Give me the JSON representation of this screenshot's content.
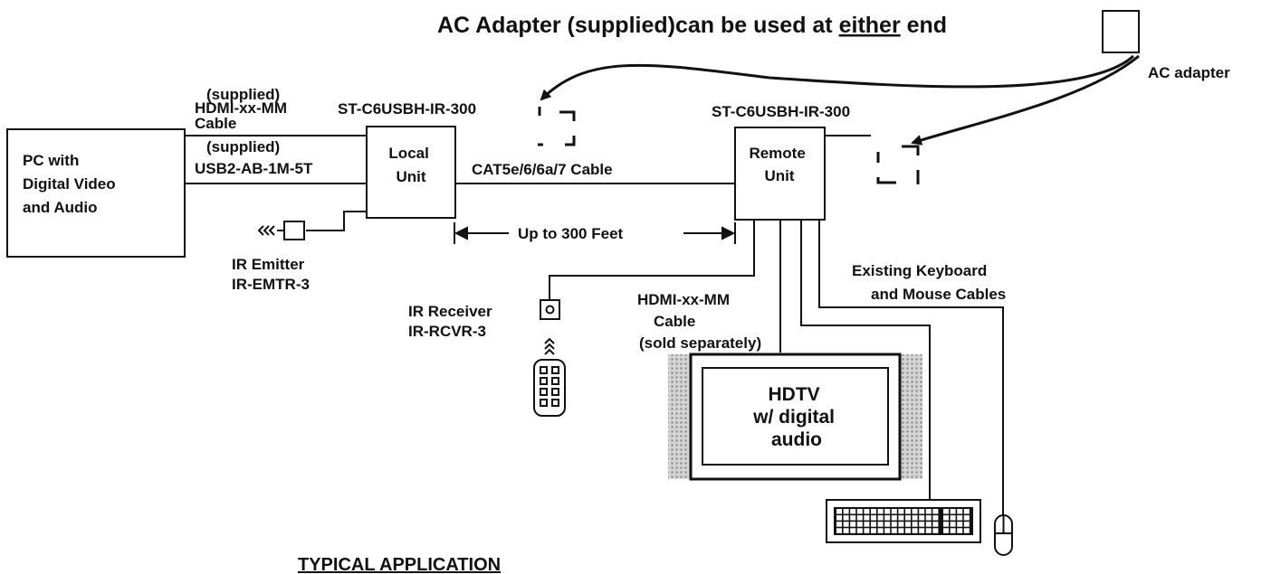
{
  "title": {
    "before": "AC Adapter (supplied)can be used at ",
    "emphasis": "either",
    "after": " end"
  },
  "ac_adapter_label": "AC adapter",
  "pc": {
    "line1": "PC with",
    "line2": "Digital Video",
    "line3": "and Audio"
  },
  "hdmi_cable_supplied": {
    "line1": "(supplied)",
    "line2": "HDMI-xx-MM",
    "line3": "Cable"
  },
  "usb_cable_supplied": {
    "line1": "(supplied)",
    "line2": "USB2-AB-1M-5T"
  },
  "local_unit": {
    "model": "ST-C6USBH-IR-300",
    "line1": "Local",
    "line2": "Unit"
  },
  "remote_unit": {
    "model": "ST-C6USBH-IR-300",
    "line1": "Remote",
    "line2": "Unit"
  },
  "cat_cable_label": "CAT5e/6/6a/7 Cable",
  "distance_label": "Up to 300 Feet",
  "ir_emitter": {
    "line1": "IR Emitter",
    "line2": "IR-EMTR-3"
  },
  "ir_receiver": {
    "line1": "IR Receiver",
    "line2": "IR-RCVR-3"
  },
  "hdmi_cable_separate": {
    "line1": "HDMI-xx-MM",
    "line2": "Cable",
    "line3": "(sold separately)"
  },
  "keyboard_mouse_cables": {
    "line1": "Existing Keyboard",
    "line2": "and Mouse Cables"
  },
  "hdtv": {
    "line1": "HDTV",
    "line2": "w/ digital",
    "line3": "audio"
  },
  "footer": "TYPICAL APPLICATION",
  "colors": {
    "ink": "#111111",
    "speaker_grille": "#b5b5b5",
    "background": "#ffffff"
  }
}
